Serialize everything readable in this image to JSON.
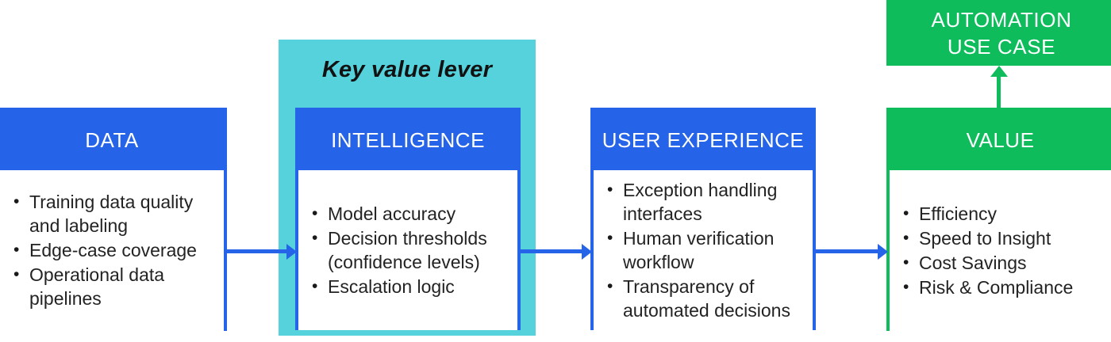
{
  "diagram": {
    "lever_panel": {
      "label": "Key value lever",
      "color": "#55D2DB"
    },
    "automation": {
      "line1": "AUTOMATION",
      "line2": "USE CASE",
      "color": "#0EBC5C"
    },
    "colors": {
      "blue": "#2564E8",
      "green": "#0EBC5C",
      "cyan": "#55D2DB",
      "white": "#FFFFFF",
      "text": "#232323"
    },
    "pillars": [
      {
        "id": "data",
        "title": "DATA",
        "accent": "#2564E8",
        "items": [
          "Training data quality and labeling",
          "Edge-case coverage",
          "Operational data pipelines"
        ]
      },
      {
        "id": "intelligence",
        "title": "INTELLIGENCE",
        "accent": "#2564E8",
        "items": [
          "Model accuracy",
          "Decision thresholds (confidence levels)",
          "Escalation logic"
        ]
      },
      {
        "id": "user-experience",
        "title": "USER EXPERIENCE",
        "accent": "#2564E8",
        "items": [
          "Exception handling interfaces",
          "Human verification workflow",
          "Transparency of automated decisions"
        ]
      },
      {
        "id": "value",
        "title": "VALUE",
        "accent": "#0EBC5C",
        "items": [
          "Efficiency",
          "Speed to Insight",
          "Cost Savings",
          "Risk & Compliance"
        ]
      }
    ],
    "connectors": [
      {
        "id": "data-to-intelligence",
        "direction": "right",
        "color": "#2564E8"
      },
      {
        "id": "intelligence-to-user-experience",
        "direction": "right",
        "color": "#2564E8"
      },
      {
        "id": "user-experience-to-value",
        "direction": "right",
        "color": "#2564E8"
      },
      {
        "id": "value-to-automation",
        "direction": "up",
        "color": "#0EBC5C"
      }
    ]
  }
}
